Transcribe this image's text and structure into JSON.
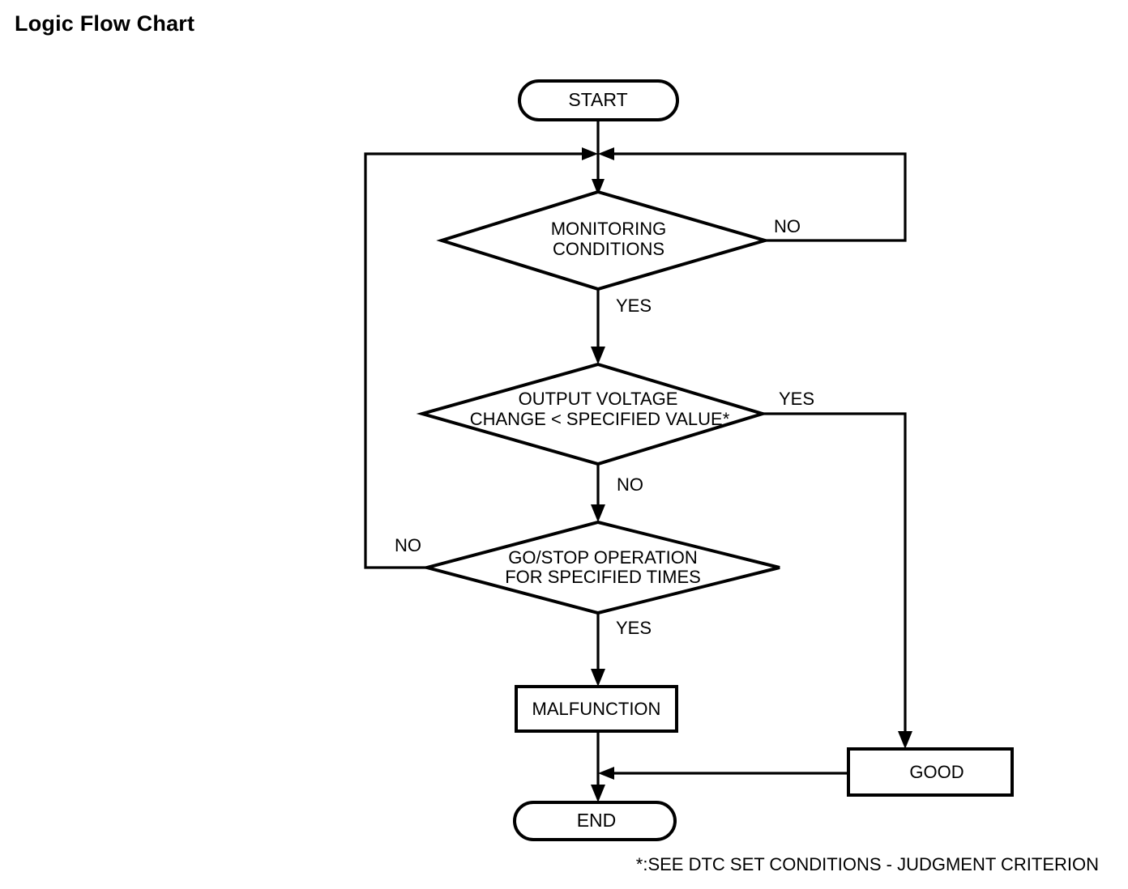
{
  "page": {
    "title": "Logic Flow Chart",
    "footnote": "*:SEE DTC SET CONDITIONS - JUDGMENT CRITERION",
    "background_color": "#ffffff",
    "line_color": "#000000"
  },
  "chart_data": {
    "type": "diagram",
    "title": "Logic Flow Chart",
    "nodes": [
      {
        "id": "start",
        "shape": "terminator",
        "label": "START"
      },
      {
        "id": "monitoring",
        "shape": "decision",
        "label_line1": "MONITORING",
        "label_line2": "CONDITIONS"
      },
      {
        "id": "voltage",
        "shape": "decision",
        "label_line1": "OUTPUT VOLTAGE",
        "label_line2": "CHANGE < SPECIFIED VALUE*"
      },
      {
        "id": "gostop",
        "shape": "decision",
        "label_line1": "GO/STOP OPERATION",
        "label_line2": "FOR SPECIFIED TIMES"
      },
      {
        "id": "malfunction",
        "shape": "process",
        "label": "MALFUNCTION"
      },
      {
        "id": "good",
        "shape": "process",
        "label": "GOOD"
      },
      {
        "id": "end",
        "shape": "terminator",
        "label": "END"
      }
    ],
    "edges": [
      {
        "from": "start",
        "to": "monitoring",
        "label": ""
      },
      {
        "from": "monitoring",
        "to": "voltage",
        "label": "YES"
      },
      {
        "from": "monitoring",
        "to": "monitoring",
        "label": "NO"
      },
      {
        "from": "voltage",
        "to": "gostop",
        "label": "NO"
      },
      {
        "from": "voltage",
        "to": "good",
        "label": "YES"
      },
      {
        "from": "gostop",
        "to": "malfunction",
        "label": "YES"
      },
      {
        "from": "gostop",
        "to": "monitoring",
        "label": "NO"
      },
      {
        "from": "malfunction",
        "to": "end",
        "label": ""
      },
      {
        "from": "good",
        "to": "end",
        "label": ""
      }
    ],
    "branch_labels": {
      "monitoring_no": "NO",
      "monitoring_yes": "YES",
      "voltage_yes": "YES",
      "voltage_no": "NO",
      "gostop_no": "NO",
      "gostop_yes": "YES"
    }
  },
  "nodes": {
    "start": {
      "label": "START"
    },
    "monitoring": {
      "line1": "MONITORING",
      "line2": "CONDITIONS"
    },
    "voltage": {
      "line1": "OUTPUT VOLTAGE",
      "line2": "CHANGE < SPECIFIED VALUE*"
    },
    "gostop": {
      "line1": "GO/STOP OPERATION",
      "line2": "FOR SPECIFIED TIMES"
    },
    "malfunction": {
      "label": "MALFUNCTION"
    },
    "good": {
      "label": "GOOD"
    },
    "end": {
      "label": "END"
    }
  },
  "labels": {
    "monitoring_no": "NO",
    "monitoring_yes": "YES",
    "voltage_yes": "YES",
    "voltage_no": "NO",
    "gostop_no": "NO",
    "gostop_yes": "YES"
  }
}
